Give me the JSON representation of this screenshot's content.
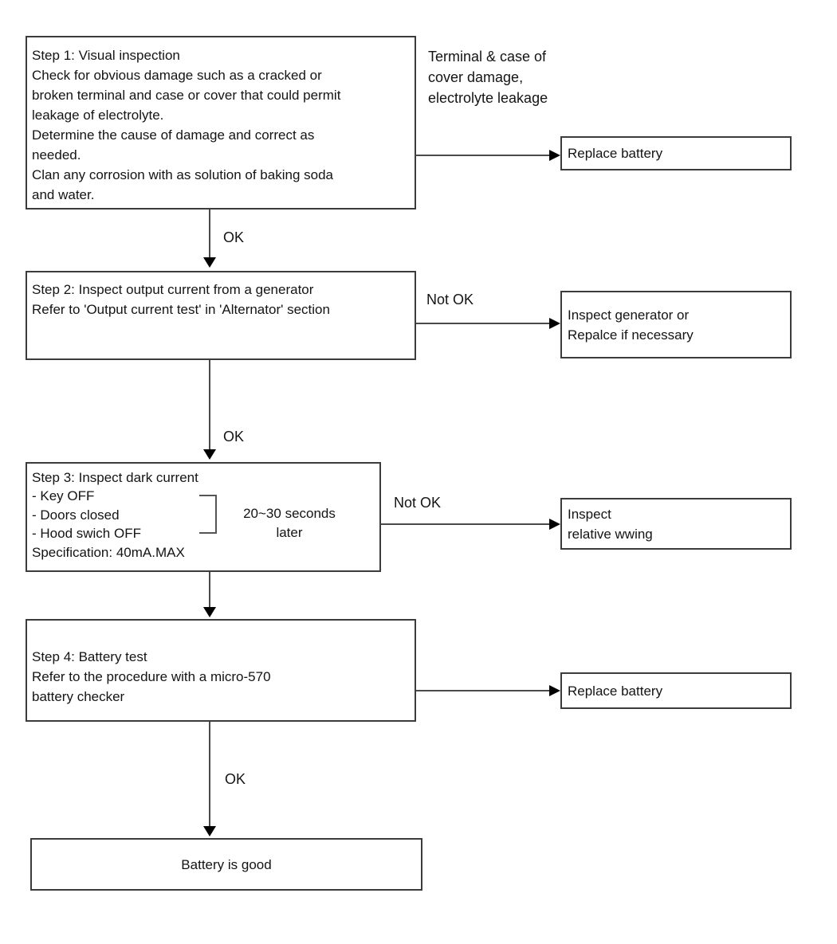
{
  "colors": {
    "background": "#ffffff",
    "box_border": "#3c3c3c",
    "connector_line": "#4a4a4a",
    "arrowhead": "#000000",
    "text": "#141414"
  },
  "nodes": {
    "step1": {
      "text": "Step 1: Visual inspection\nCheck for obvious damage such as a cracked or\nbroken terminal and case or cover that could permit\nleakage of electrolyte.\nDetermine the cause of damage and correct as\nneeded.\nClan any corrosion with as solution of baking soda\nand water."
    },
    "step2": {
      "text": "Step 2: Inspect output current from a generator\nRefer to 'Output current test' in 'Alternator' section"
    },
    "step3": {
      "text": "Step 3: Inspect dark current\n - Key OFF\n - Doors closed\n - Hood swich OFF\n   Specification: 40mA.MAX",
      "timing_note": "20~30 seconds\nlater"
    },
    "step4": {
      "text": "Step 4: Battery test\nRefer to the procedure with a micro-570\nbattery checker"
    },
    "replace_battery_top": {
      "text": "Replace battery"
    },
    "inspect_generator": {
      "text": "Inspect generator or\nRepalce if necessary"
    },
    "inspect_wiring": {
      "text": "Inspect\nrelative wwing"
    },
    "replace_battery_bottom": {
      "text": "Replace battery"
    },
    "battery_good": {
      "text": "Battery is good"
    }
  },
  "labels": {
    "ok_step1_step2": "OK",
    "ok_step2_step3": "OK",
    "ok_step4_end": "OK",
    "not_ok_step2": "Not OK",
    "not_ok_step3": "Not OK",
    "step1_fail_note": "Terminal & case of\ncover damage,\nelectrolyte leakage"
  }
}
